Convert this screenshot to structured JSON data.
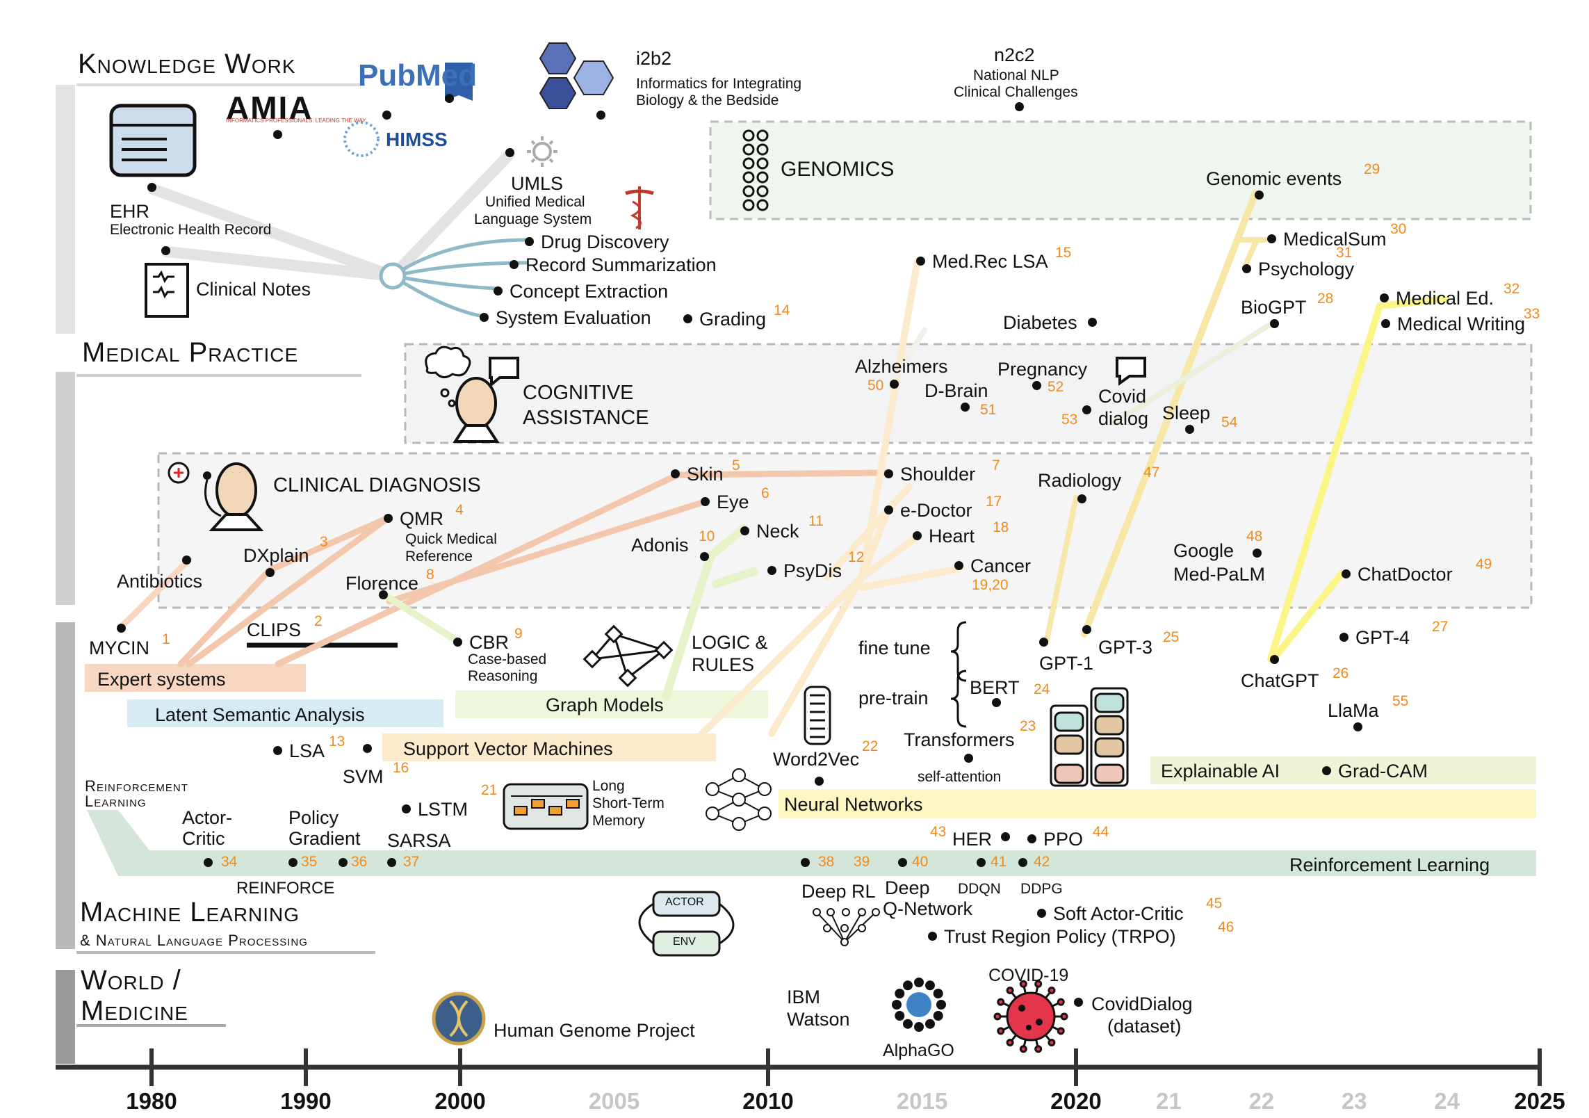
{
  "sections": {
    "knowledge_work": "Knowledge Work",
    "medical_practice": "Medical Practice",
    "machine_learning": "Machine Learning",
    "machine_learning_sub": "& Natural Language Processing",
    "world_medicine_1": "World /",
    "world_medicine_2": "Medicine",
    "reinforcement_learning_1": "Reinforcement",
    "reinforcement_learning_2": "Learning"
  },
  "logos": {
    "pubmed": "PubMed",
    "amia": "AMIA",
    "amia_tag": "INFORMATICS PROFESSIONALS. LEADING THE WAY.",
    "himss": "HIMSS"
  },
  "knowledge": {
    "i2b2": "i2b2",
    "i2b2_desc_1": "Informatics for Integrating",
    "i2b2_desc_2": "Biology & the Bedside",
    "n2c2": "n2c2",
    "n2c2_desc_1": "National NLP",
    "n2c2_desc_2": "Clinical Challenges",
    "ehr": "EHR",
    "ehr_desc": "Electronic Health Record",
    "umls": "UMLS",
    "umls_desc_1": "Unified Medical",
    "umls_desc_2": "Language System",
    "clinical_notes": "Clinical Notes",
    "drug_discovery": "Drug Discovery",
    "record_summarization": "Record Summarization",
    "concept_extraction": "Concept Extraction",
    "system_evaluation": "System Evaluation",
    "grading": "Grading",
    "grading_ref": "14",
    "genomics": "GENOMICS",
    "genomic_events": "Genomic events",
    "genomic_events_ref": "29",
    "medicalsum": "MedicalSum",
    "medicalsum_ref": "30",
    "psychology": "Psychology",
    "psychology_ref": "31",
    "biogpt": "BioGPT",
    "biogpt_ref": "28",
    "medical_ed": "Medical Ed.",
    "medical_ed_ref": "32",
    "medical_writing": "Medical Writing",
    "medical_writing_ref": "33",
    "medrec_lsa": "Med.Rec LSA",
    "medrec_lsa_ref": "15",
    "diabetes": "Diabetes"
  },
  "cognitive": {
    "title_1": "COGNITIVE",
    "title_2": "ASSISTANCE",
    "alzheimers": "Alzheimers",
    "alzheimers_ref": "50",
    "dbrain": "D-Brain",
    "dbrain_ref": "51",
    "pregnancy": "Pregnancy",
    "pregnancy_ref": "52",
    "covid_1": "Covid",
    "covid_2": "dialog",
    "covid_ref": "53",
    "sleep": "Sleep",
    "sleep_ref": "54"
  },
  "diagnosis": {
    "title": "CLINICAL DIAGNOSIS",
    "skin": "Skin",
    "skin_ref": "5",
    "eye": "Eye",
    "eye_ref": "6",
    "shoulder": "Shoulder",
    "shoulder_ref": "7",
    "edoctor": "e-Doctor",
    "edoctor_ref": "17",
    "heart": "Heart",
    "heart_ref": "18",
    "cancer": "Cancer",
    "cancer_ref": "19,20",
    "neck": "Neck",
    "neck_ref": "11",
    "adonis": "Adonis",
    "adonis_ref": "10",
    "psydis": "PsyDis",
    "psydis_ref": "12",
    "radiology": "Radiology",
    "radiology_ref": "47",
    "qmr": "QMR",
    "qmr_ref": "4",
    "qmr_desc_1": "Quick Medical",
    "qmr_desc_2": "Reference",
    "dxplain": "DXplain",
    "dxplain_ref": "3",
    "antibiotics": "Antibiotics",
    "florence": "Florence",
    "florence_ref": "8",
    "google_1": "Google",
    "google_2": "Med-PaLM",
    "google_ref": "48",
    "chatdoctor": "ChatDoctor",
    "chatdoctor_ref": "49"
  },
  "ml": {
    "mycin": "MYCIN",
    "mycin_ref": "1",
    "clips": "CLIPS",
    "clips_ref": "2",
    "cbr": "CBR",
    "cbr_ref": "9",
    "cbr_desc_1": "Case-based",
    "cbr_desc_2": "Reasoning",
    "logic_1": "LOGIC &",
    "logic_2": "RULES",
    "expert_systems": "Expert systems",
    "lsa_band": "Latent Semantic Analysis",
    "graph_models": "Graph Models",
    "svm_band": "Support Vector Machines",
    "lsa": "LSA",
    "lsa_ref": "13",
    "svm": "SVM",
    "svm_ref": "16",
    "lstm": "LSTM",
    "lstm_ref": "21",
    "lstm_desc_1": "Long",
    "lstm_desc_2": "Short-Term",
    "lstm_desc_3": "Memory",
    "word2vec": "Word2Vec",
    "word2vec_ref": "22",
    "neural_networks": "Neural Networks",
    "fine_tune": "fine tune",
    "pre_train": "pre-train",
    "gpt1": "GPT-1",
    "gpt3": "GPT-3",
    "gpt3_ref": "25",
    "bert": "BERT",
    "bert_ref": "24",
    "transformers": "Transformers",
    "transformers_ref": "23",
    "self_attention": "self-attention",
    "chatgpt": "ChatGPT",
    "chatgpt_ref": "26",
    "gpt4": "GPT-4",
    "gpt4_ref": "27",
    "llama": "LlaMa",
    "llama_ref": "55",
    "explainable_ai": "Explainable AI",
    "gradcam": "Grad-CAM"
  },
  "rl": {
    "actor_critic_1": "Actor-",
    "actor_critic_2": "Critic",
    "policy_gradient_1": "Policy",
    "policy_gradient_2": "Gradient",
    "sarsa": "SARSA",
    "reinforce": "REINFORCE",
    "ref_34": "34",
    "ref_35": "35",
    "ref_36": "36",
    "ref_37": "37",
    "ref_38": "38",
    "ref_39": "39",
    "ref_40": "40",
    "ref_41": "41",
    "ref_42": "42",
    "her": "HER",
    "her_ref": "43",
    "ppo": "PPO",
    "ppo_ref": "44",
    "deep_rl": "Deep RL",
    "dqn_1": "Deep",
    "dqn_2": "Q-Network",
    "ddqn": "DDQN",
    "ddpg": "DDPG",
    "sac": "Soft Actor-Critic",
    "sac_ref": "45",
    "trpo": "Trust Region Policy (TRPO)",
    "trpo_ref": "46",
    "band": "Reinforcement Learning",
    "actor": "ACTOR",
    "env": "ENV"
  },
  "world": {
    "hgp": "Human Genome Project",
    "watson_1": "IBM",
    "watson_2": "Watson",
    "alphago": "AlphaGO",
    "covid19": "COVID-19",
    "coviddialog_1": "CovidDialog",
    "coviddialog_2": "(dataset)"
  },
  "axis": {
    "ticks": [
      {
        "label": "1980",
        "year": 1980,
        "major": true
      },
      {
        "label": "1990",
        "year": 1990,
        "major": true
      },
      {
        "label": "2000",
        "year": 2000,
        "major": true
      },
      {
        "label": "2005",
        "year": 2005,
        "major": false
      },
      {
        "label": "2010",
        "year": 2010,
        "major": true
      },
      {
        "label": "2015",
        "year": 2015,
        "major": false
      },
      {
        "label": "2020",
        "year": 2020,
        "major": true
      },
      {
        "label": "21",
        "year": 2021,
        "major": false
      },
      {
        "label": "22",
        "year": 2022,
        "major": false
      },
      {
        "label": "23",
        "year": 2023,
        "major": false
      },
      {
        "label": "24",
        "year": 2024,
        "major": false
      },
      {
        "label": "2025",
        "year": 2025,
        "major": true
      }
    ]
  },
  "colors": {
    "ref": "#f08a1c",
    "expert": "#f7d6c2",
    "lsa_band": "#d6ebf3",
    "graph": "#eef6dc",
    "svm_band": "#fbeacc",
    "nn_band": "#fdf8c3",
    "xai_band": "#eef5d6",
    "rl_band": "#d4e6da",
    "genomics_box": "#eef6ef",
    "panel": "#f2f3f5"
  }
}
